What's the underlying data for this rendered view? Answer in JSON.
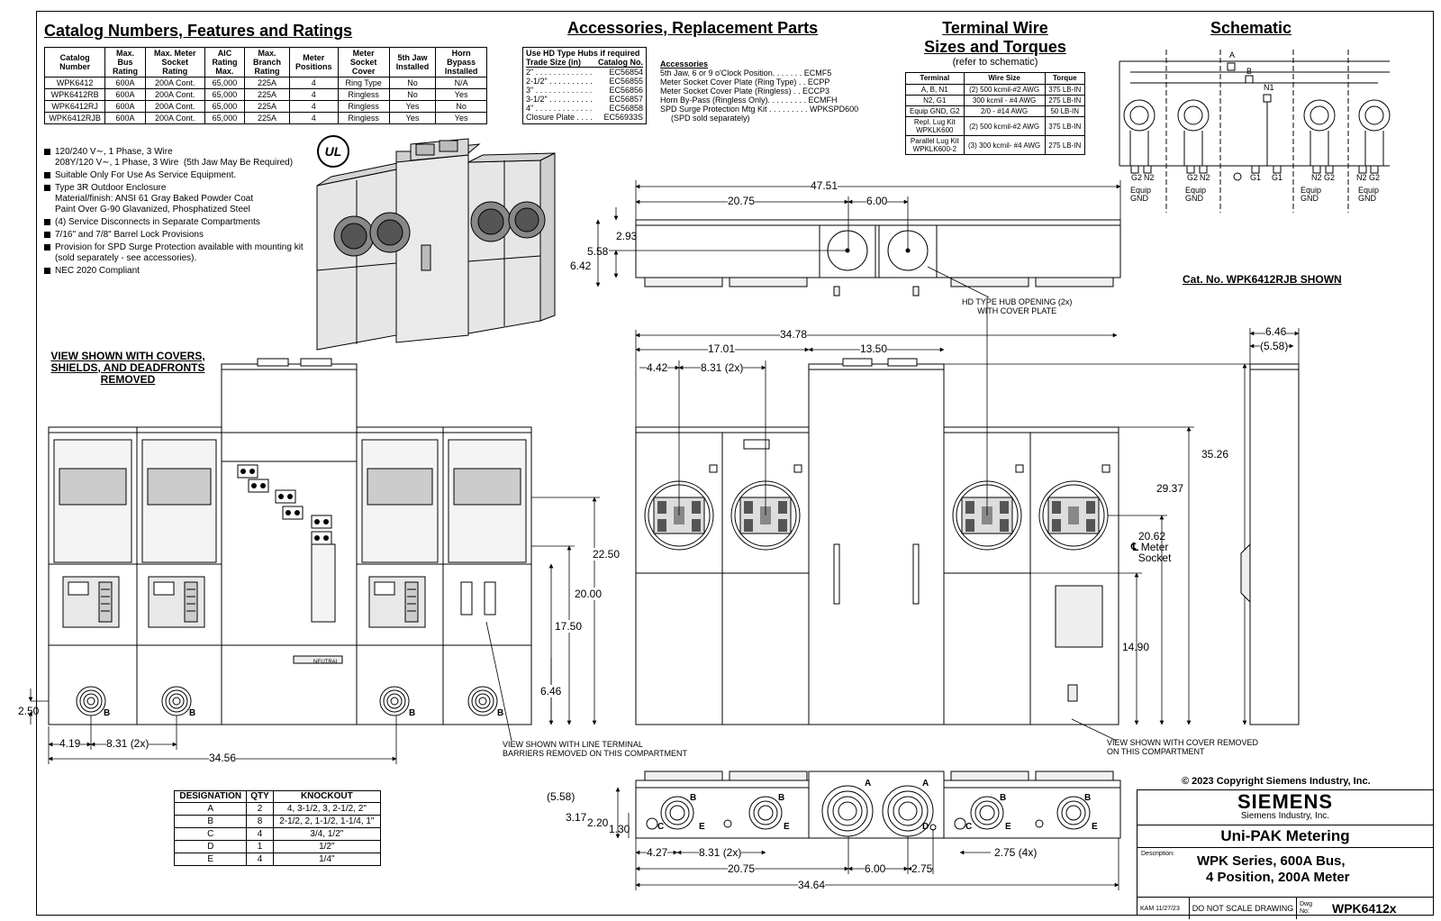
{
  "catalog": {
    "title": "Catalog Numbers, Features and Ratings",
    "headers": [
      "Catalog Number",
      "Max. Bus Rating",
      "Max. Meter Socket Rating",
      "AIC Rating Max.",
      "Max. Branch Rating",
      "Meter Positions",
      "Meter Socket Cover",
      "5th Jaw Installed",
      "Horn Bypass Installed"
    ],
    "rows": [
      [
        "WPK6412",
        "600A",
        "200A Cont.",
        "65,000",
        "225A",
        "4",
        "Ring Type",
        "No",
        "N/A"
      ],
      [
        "WPK6412RB",
        "600A",
        "200A Cont.",
        "65,000",
        "225A",
        "4",
        "Ringless",
        "No",
        "Yes"
      ],
      [
        "WPK6412RJ",
        "600A",
        "200A Cont.",
        "65,000",
        "225A",
        "4",
        "Ringless",
        "Yes",
        "No"
      ],
      [
        "WPK6412RJB",
        "600A",
        "200A Cont.",
        "65,000",
        "225A",
        "4",
        "Ringless",
        "Yes",
        "Yes"
      ]
    ],
    "features": [
      "120/240 V∼, 1 Phase, 3 Wire\n208Y/120 V∼, 1 Phase, 3 Wire  (5th Jaw May Be Required)",
      "Suitable Only For Use As Service Equipment.",
      "Type 3R Outdoor Enclosure\nMaterial/finish: ANSI 61 Gray Baked Powder Coat\nPaint Over G-90 Glavanized, Phosphatized Steel",
      "(4) Service Disconnects in Separate Compartments",
      "7/16\" and 7/8\" Barrel Lock Provisions",
      "Provision for SPD Surge Protection available with mounting kit\n(sold separately - see accessories).",
      "NEC 2020 Compliant"
    ],
    "ul_mark": "UL"
  },
  "accessories": {
    "title": "Accessories, Replacement Parts",
    "hubs_header1": "Use HD Type Hubs if required",
    "hubs_header2a": "Trade Size (in)",
    "hubs_header2b": "Catalog No.",
    "hubs": [
      [
        "2\" . . . . . . . . . . . . .",
        "EC56854"
      ],
      [
        "2-1/2\" . . . . . . . . . .",
        "EC56855"
      ],
      [
        "3\" . . . . . . . . . . . . .",
        "EC56856"
      ],
      [
        "3-1/2\" . . . . . . . . . .",
        "EC56857"
      ],
      [
        "4\" . . . . . . . . . . . . .",
        "EC56858"
      ],
      [
        "Closure Plate . . . .",
        "EC56933S"
      ]
    ],
    "acc_title": "Accessories",
    "acc_items": [
      "5th Jaw, 6 or 9 o'Clock Position. . . . . . . ECMF5",
      "Meter Socket Cover Plate (Ring Type) . . ECPP",
      "Meter Socket Cover Plate (Ringless) . . ECCP3",
      "Horn By-Pass (Ringless Only). . . . . . . . . ECMFH",
      "SPD Surge Protection Mtg Kit . . . . . . . . . WPKSPD600",
      "(SPD sold separately)"
    ]
  },
  "terminal": {
    "title1": "Terminal Wire",
    "title2": "Sizes and Torques",
    "subtitle": "(refer to schematic)",
    "headers": [
      "Terminal",
      "Wire Size",
      "Torque"
    ],
    "rows": [
      [
        "A, B, N1",
        "(2) 500 kcmil-#2 AWG",
        "375 LB-IN"
      ],
      [
        "N2, G1",
        "300 kcmil - #4 AWG",
        "275 LB-IN"
      ],
      [
        "Equip GND, G2",
        "2/0 - #14 AWG",
        "50 LB-IN"
      ],
      [
        "Repl. Lug Kit\nWPKLK600",
        "(2) 500 kcmil-#2 AWG",
        "375 LB-IN"
      ],
      [
        "Parallel Lug Kit\nWPKLK600-2",
        "(3) 300 kcmil- #4 AWG",
        "275 LB-IN"
      ]
    ]
  },
  "schematic": {
    "title": "Schematic",
    "labels": {
      "a": "A",
      "b": "B",
      "n1": "N1",
      "g2": "G2",
      "n2": "N2",
      "g1": "G1",
      "equip": "Equip\nGND"
    },
    "cat_shown": "Cat. No. WPK6412RJB SHOWN"
  },
  "views": {
    "covers_removed": "VIEW SHOWN WITH COVERS,\nSHIELDS, AND DEADFRONTS\nREMOVED",
    "barriers_note": "VIEW SHOWN WITH LINE TERMINAL\nBARRIERS REMOVED ON THIS COMPARTMENT",
    "cover_removed_note": "VIEW SHOWN WITH COVER REMOVED\nON THIS COMPARTMENT",
    "hub_note": "HD TYPE HUB OPENING (2x)\nWITH COVER PLATE",
    "meter_socket_label": "Meter\nSocket",
    "neutral": "NEUTRAL"
  },
  "dimensions": {
    "top_47": "47.51",
    "top_2075": "20.75",
    "top_600": "6.00",
    "top_293": "2.93",
    "top_558": "5.58",
    "top_642": "6.42",
    "f_3478": "34.78",
    "f_1701": "17.01",
    "f_1350": "13.50",
    "f_442": "4.42",
    "f_831": "8.31 (2x)",
    "f_3526": "35.26",
    "f_2937": "29.37",
    "f_2062": "20.62",
    "f_1490": "14.90",
    "s_646": "6.46",
    "s_558": "(5.58)",
    "l_2250": "22.50",
    "l_2000": "20.00",
    "l_1750": "17.50",
    "l_646": "6.46",
    "l_250": "2.50",
    "l_419": "4.19",
    "l_831": "8.31 (2x)",
    "l_3456": "34.56",
    "b_558": "(5.58)",
    "b_317": "3.17",
    "b_220": "2.20",
    "b_130": "1.30",
    "b_427": "4.27",
    "b_831": "8.31 (2x)",
    "b_275x": "2.75 (4x)",
    "b_2075": "20.75",
    "b_600": "6.00",
    "b_275": "2.75",
    "b_3464": "34.64"
  },
  "knockout": {
    "headers": [
      "DESIGNATION",
      "QTY",
      "KNOCKOUT"
    ],
    "rows": [
      [
        "A",
        "2",
        "4, 3-1/2, 3, 2-1/2, 2\""
      ],
      [
        "B",
        "8",
        "2-1/2, 2, 1-1/2, 1-1/4, 1\""
      ],
      [
        "C",
        "4",
        "3/4, 1/2\""
      ],
      [
        "D",
        "1",
        "1/2\""
      ],
      [
        "E",
        "4",
        "1/4\""
      ]
    ]
  },
  "titleblock": {
    "copyright": "© 2023 Copyright Siemens Industry, Inc.",
    "brand": "SIEMENS",
    "company": "Siemens Industry, Inc.",
    "product": "Uni-PAK Metering",
    "desc_label": "Description:",
    "desc1": "WPK Series, 600A Bus,",
    "desc2": "4 Position, 200A Meter",
    "drawn": "KAM 11/27/23",
    "noscale": "DO NOT SCALE DRAWING",
    "dwg_label": "Dwg\nNo:",
    "dwg_no": "WPK6412x"
  }
}
